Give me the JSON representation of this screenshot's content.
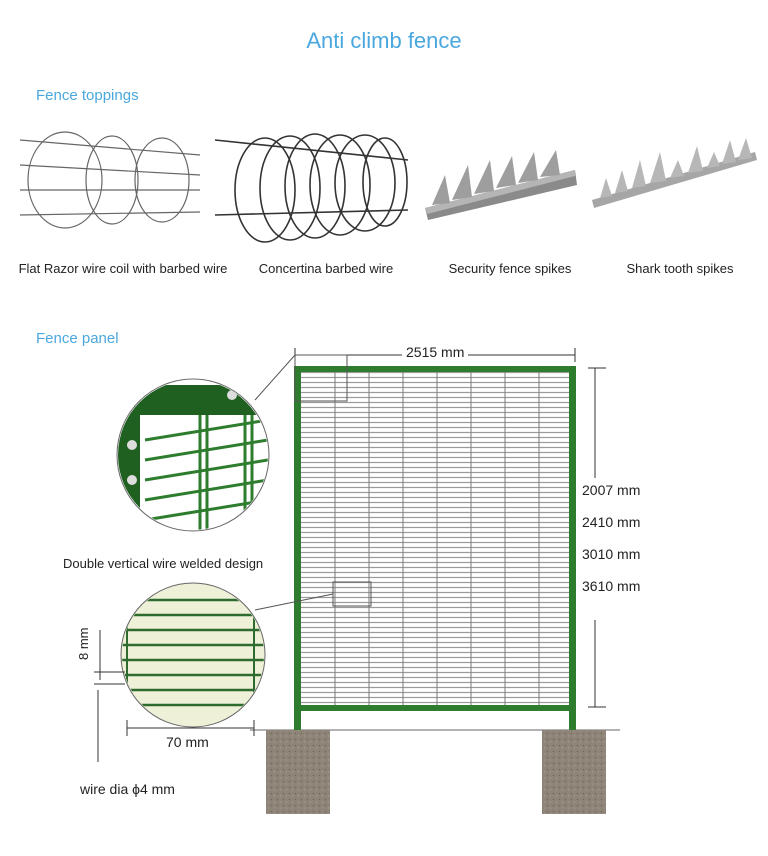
{
  "title": "Anti climb fence",
  "toppings": {
    "heading": "Fence toppings",
    "items": [
      {
        "label": "Flat Razor wire coil with barbed wire"
      },
      {
        "label": "Concertina barbed wire"
      },
      {
        "label": "Security fence spikes"
      },
      {
        "label": "Shark tooth spikes"
      }
    ]
  },
  "panel": {
    "heading": "Fence panel",
    "width_label": "2515 mm",
    "height_labels": [
      "2007 mm",
      "2410 mm",
      "3010 mm",
      "3610 mm"
    ],
    "detail_caption": "Double vertical wire welded design",
    "mesh_spacing_label": "8 mm",
    "mesh_width_label": "70 mm",
    "wire_dia_label": "wire dia ϕ4 mm"
  },
  "colors": {
    "accent": "#4aa8df",
    "frame_green": "#2e7d2e",
    "concrete": "#8a7f72"
  }
}
